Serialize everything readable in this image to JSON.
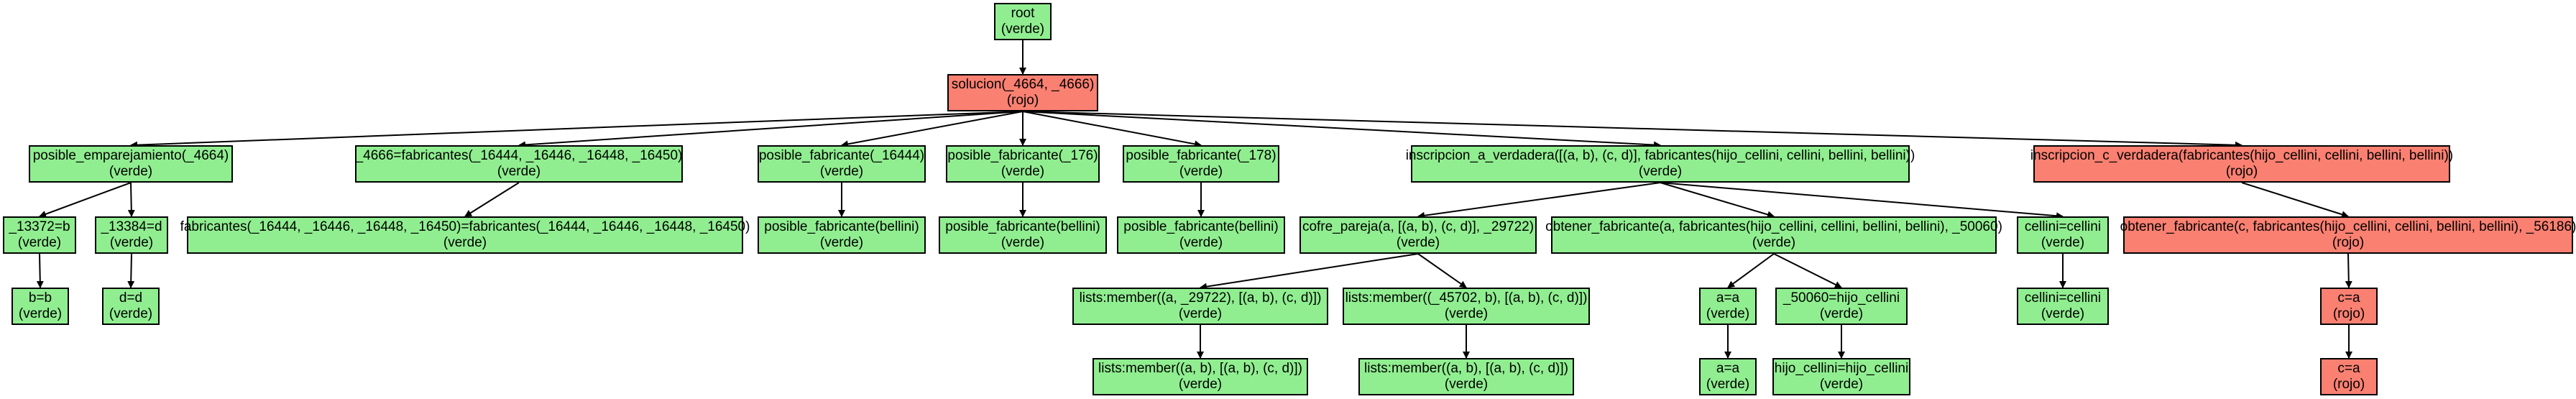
{
  "colors": {
    "verde": "#90ee90",
    "rojo": "#fa8072",
    "edge": "#000000"
  },
  "nodes": {
    "root": {
      "label": "root",
      "status": "(verde)",
      "color": "verde"
    },
    "solucion": {
      "label": "solucion(_4664, _4666)",
      "status": "(rojo)",
      "color": "rojo"
    },
    "posible_emparejamiento": {
      "label": "posible_emparejamiento(_4664)",
      "status": "(verde)",
      "color": "verde"
    },
    "unif_4666": {
      "label": "_4666=fabricantes(_16444, _16446, _16448, _16450)",
      "status": "(verde)",
      "color": "verde"
    },
    "pf_16444": {
      "label": "posible_fabricante(_16444)",
      "status": "(verde)",
      "color": "verde"
    },
    "pf_176": {
      "label": "posible_fabricante(_176)",
      "status": "(verde)",
      "color": "verde"
    },
    "pf_178": {
      "label": "posible_fabricante(_178)",
      "status": "(verde)",
      "color": "verde"
    },
    "inscripcion_a": {
      "label": "inscripcion_a_verdadera([(a, b), (c, d)], fabricantes(hijo_cellini, cellini, bellini, bellini))",
      "status": "(verde)",
      "color": "verde"
    },
    "inscripcion_c": {
      "label": "inscripcion_c_verdadera(fabricantes(hijo_cellini, cellini, bellini, bellini))",
      "status": "(rojo)",
      "color": "rojo"
    },
    "eq_13372": {
      "label": "_13372=b",
      "status": "(verde)",
      "color": "verde"
    },
    "eq_13384": {
      "label": "_13384=d",
      "status": "(verde)",
      "color": "verde"
    },
    "fab_eq": {
      "label": "fabricantes(_16444, _16446, _16448, _16450)=fabricantes(_16444, _16446, _16448, _16450)",
      "status": "(verde)",
      "color": "verde"
    },
    "pf_bellini_1": {
      "label": "posible_fabricante(bellini)",
      "status": "(verde)",
      "color": "verde"
    },
    "pf_bellini_2": {
      "label": "posible_fabricante(bellini)",
      "status": "(verde)",
      "color": "verde"
    },
    "pf_bellini_3": {
      "label": "posible_fabricante(bellini)",
      "status": "(verde)",
      "color": "verde"
    },
    "cofre_pareja": {
      "label": "cofre_pareja(a, [(a, b), (c, d)], _29722)",
      "status": "(verde)",
      "color": "verde"
    },
    "obtener_a": {
      "label": "obtener_fabricante(a, fabricantes(hijo_cellini, cellini, bellini, bellini), _50060)",
      "status": "(verde)",
      "color": "verde"
    },
    "cellini_eq": {
      "label": "cellini=cellini",
      "status": "(verde)",
      "color": "verde"
    },
    "obtener_c": {
      "label": "obtener_fabricante(c, fabricantes(hijo_cellini, cellini, bellini, bellini), _56186)",
      "status": "(rojo)",
      "color": "rojo"
    },
    "bb": {
      "label": "b=b",
      "status": "(verde)",
      "color": "verde"
    },
    "dd": {
      "label": "d=d",
      "status": "(verde)",
      "color": "verde"
    },
    "member_29722": {
      "label": "lists:member((a, _29722), [(a, b), (c, d)])",
      "status": "(verde)",
      "color": "verde"
    },
    "member_45702": {
      "label": "lists:member((_45702, b), [(a, b), (c, d)])",
      "status": "(verde)",
      "color": "verde"
    },
    "aa_1": {
      "label": "a=a",
      "status": "(verde)",
      "color": "verde"
    },
    "eq_50060": {
      "label": "_50060=hijo_cellini",
      "status": "(verde)",
      "color": "verde"
    },
    "cellini_eq_2": {
      "label": "cellini=cellini",
      "status": "(verde)",
      "color": "verde"
    },
    "ca_1": {
      "label": "c=a",
      "status": "(rojo)",
      "color": "rojo"
    },
    "member_ab_1": {
      "label": "lists:member((a, b), [(a, b), (c, d)])",
      "status": "(verde)",
      "color": "verde"
    },
    "member_ab_2": {
      "label": "lists:member((a, b), [(a, b), (c, d)])",
      "status": "(verde)",
      "color": "verde"
    },
    "aa_2": {
      "label": "a=a",
      "status": "(verde)",
      "color": "verde"
    },
    "hijo_eq": {
      "label": "hijo_cellini=hijo_cellini",
      "status": "(verde)",
      "color": "verde"
    },
    "ca_2": {
      "label": "c=a",
      "status": "(rojo)",
      "color": "rojo"
    }
  },
  "edges": [
    [
      "root",
      "solucion"
    ],
    [
      "solucion",
      "posible_emparejamiento"
    ],
    [
      "solucion",
      "unif_4666"
    ],
    [
      "solucion",
      "pf_16444"
    ],
    [
      "solucion",
      "pf_176"
    ],
    [
      "solucion",
      "pf_178"
    ],
    [
      "solucion",
      "inscripcion_a"
    ],
    [
      "solucion",
      "inscripcion_c"
    ],
    [
      "posible_emparejamiento",
      "eq_13372"
    ],
    [
      "posible_emparejamiento",
      "eq_13384"
    ],
    [
      "unif_4666",
      "fab_eq"
    ],
    [
      "pf_16444",
      "pf_bellini_1"
    ],
    [
      "pf_176",
      "pf_bellini_2"
    ],
    [
      "pf_178",
      "pf_bellini_3"
    ],
    [
      "inscripcion_a",
      "cofre_pareja"
    ],
    [
      "inscripcion_a",
      "obtener_a"
    ],
    [
      "inscripcion_a",
      "cellini_eq"
    ],
    [
      "inscripcion_c",
      "obtener_c"
    ],
    [
      "eq_13372",
      "bb"
    ],
    [
      "eq_13384",
      "dd"
    ],
    [
      "cofre_pareja",
      "member_29722"
    ],
    [
      "cofre_pareja",
      "member_45702"
    ],
    [
      "obtener_a",
      "aa_1"
    ],
    [
      "obtener_a",
      "eq_50060"
    ],
    [
      "cellini_eq",
      "cellini_eq_2"
    ],
    [
      "obtener_c",
      "ca_1"
    ],
    [
      "member_29722",
      "member_ab_1"
    ],
    [
      "member_45702",
      "member_ab_2"
    ],
    [
      "aa_1",
      "aa_2"
    ],
    [
      "eq_50060",
      "hijo_eq"
    ],
    [
      "ca_1",
      "ca_2"
    ]
  ]
}
